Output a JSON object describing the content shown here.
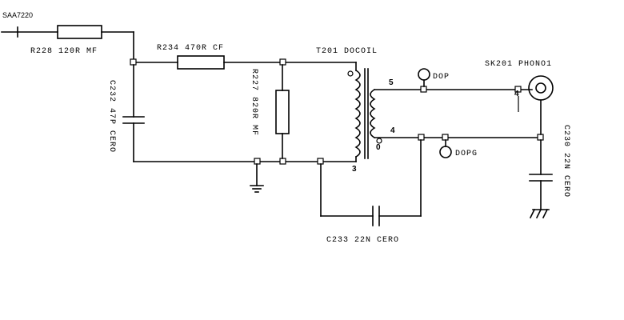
{
  "source_ic": "SAA7220",
  "resistors": {
    "r228": "R228 120R MF",
    "r234": "R234 470R CF",
    "r227": "R227 820R MF"
  },
  "capacitors": {
    "c232": "C232 47P CERO",
    "c233": "C233 22N CERO",
    "c230": "C230 22N CERO"
  },
  "transformer": {
    "label": "T201 DOCOIL",
    "pin_5": "5",
    "pin_4": "4",
    "pin_0": "0",
    "pin_3": "3"
  },
  "test_points": {
    "dop": "DOP",
    "dopg": "DOPG"
  },
  "connector": {
    "label": "SK201 PHONO1",
    "pin": "4"
  }
}
